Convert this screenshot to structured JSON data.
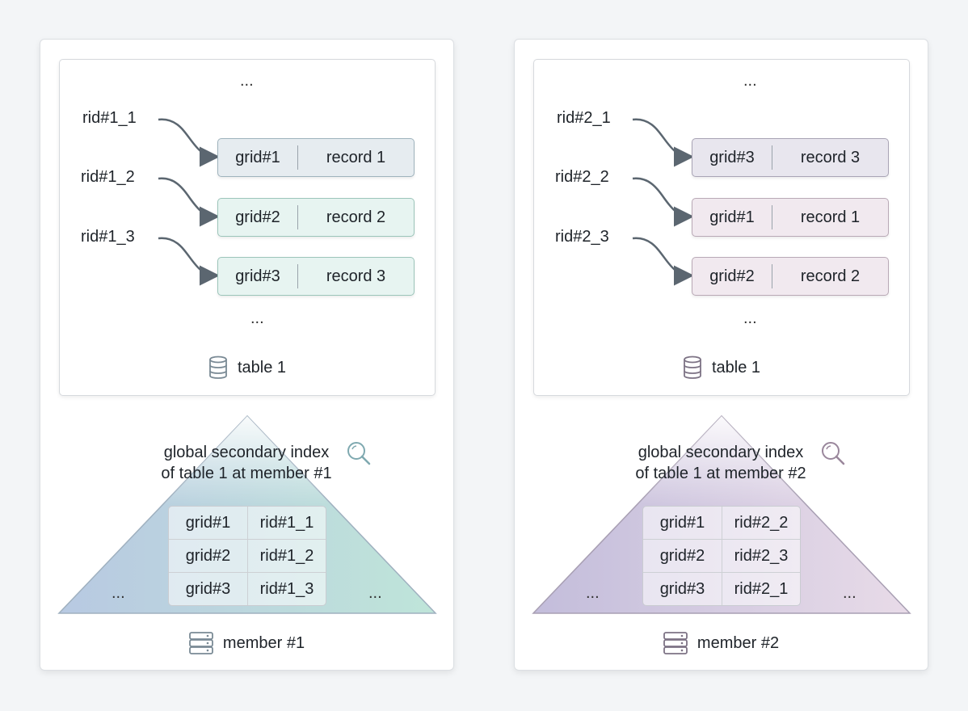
{
  "members": [
    {
      "id": "m1",
      "table": {
        "top_ellipsis": "...",
        "bottom_ellipsis": "...",
        "caption": "table 1",
        "rows": [
          {
            "rid": "rid#1_1",
            "grid": "grid#1",
            "record": "record 1"
          },
          {
            "rid": "rid#1_2",
            "grid": "grid#2",
            "record": "record 2"
          },
          {
            "rid": "rid#1_3",
            "grid": "grid#3",
            "record": "record 3"
          }
        ]
      },
      "index": {
        "title_line1": "global secondary index",
        "title_line2": "of table 1 at member #1",
        "left_ellipsis": "...",
        "right_ellipsis": "...",
        "rows": [
          {
            "grid": "grid#1",
            "rid": "rid#1_1"
          },
          {
            "grid": "grid#2",
            "rid": "rid#1_2"
          },
          {
            "grid": "grid#3",
            "rid": "rid#1_3"
          }
        ]
      },
      "caption": "member #1",
      "colors": {
        "record_fills": [
          "#e6ecf0",
          "#e7f4f1",
          "#e7f4f1"
        ],
        "record_borders": [
          "#9fb3bd",
          "#9cc5ba",
          "#9cc5ba"
        ],
        "pyramid_left": "#b8c9e2",
        "pyramid_right": "#bfe5d9",
        "icon": "#7a8a95"
      }
    },
    {
      "id": "m2",
      "table": {
        "top_ellipsis": "...",
        "bottom_ellipsis": "...",
        "caption": "table 1",
        "rows": [
          {
            "rid": "rid#2_1",
            "grid": "grid#3",
            "record": "record 3"
          },
          {
            "rid": "rid#2_2",
            "grid": "grid#1",
            "record": "record 1"
          },
          {
            "rid": "rid#2_3",
            "grid": "grid#2",
            "record": "record 2"
          }
        ]
      },
      "index": {
        "title_line1": "global secondary index",
        "title_line2": "of table 1 at member #2",
        "left_ellipsis": "...",
        "right_ellipsis": "...",
        "rows": [
          {
            "grid": "grid#1",
            "rid": "rid#2_2"
          },
          {
            "grid": "grid#2",
            "rid": "rid#2_3"
          },
          {
            "grid": "grid#3",
            "rid": "rid#2_1"
          }
        ]
      },
      "caption": "member #2",
      "colors": {
        "record_fills": [
          "#e8e6ee",
          "#f1e9ef",
          "#f1e9ef"
        ],
        "record_borders": [
          "#a9a4b5",
          "#b9a9b6",
          "#b9a9b6"
        ],
        "pyramid_left": "#c3bddb",
        "pyramid_right": "#e8dbe8",
        "icon": "#7d7385"
      }
    }
  ]
}
